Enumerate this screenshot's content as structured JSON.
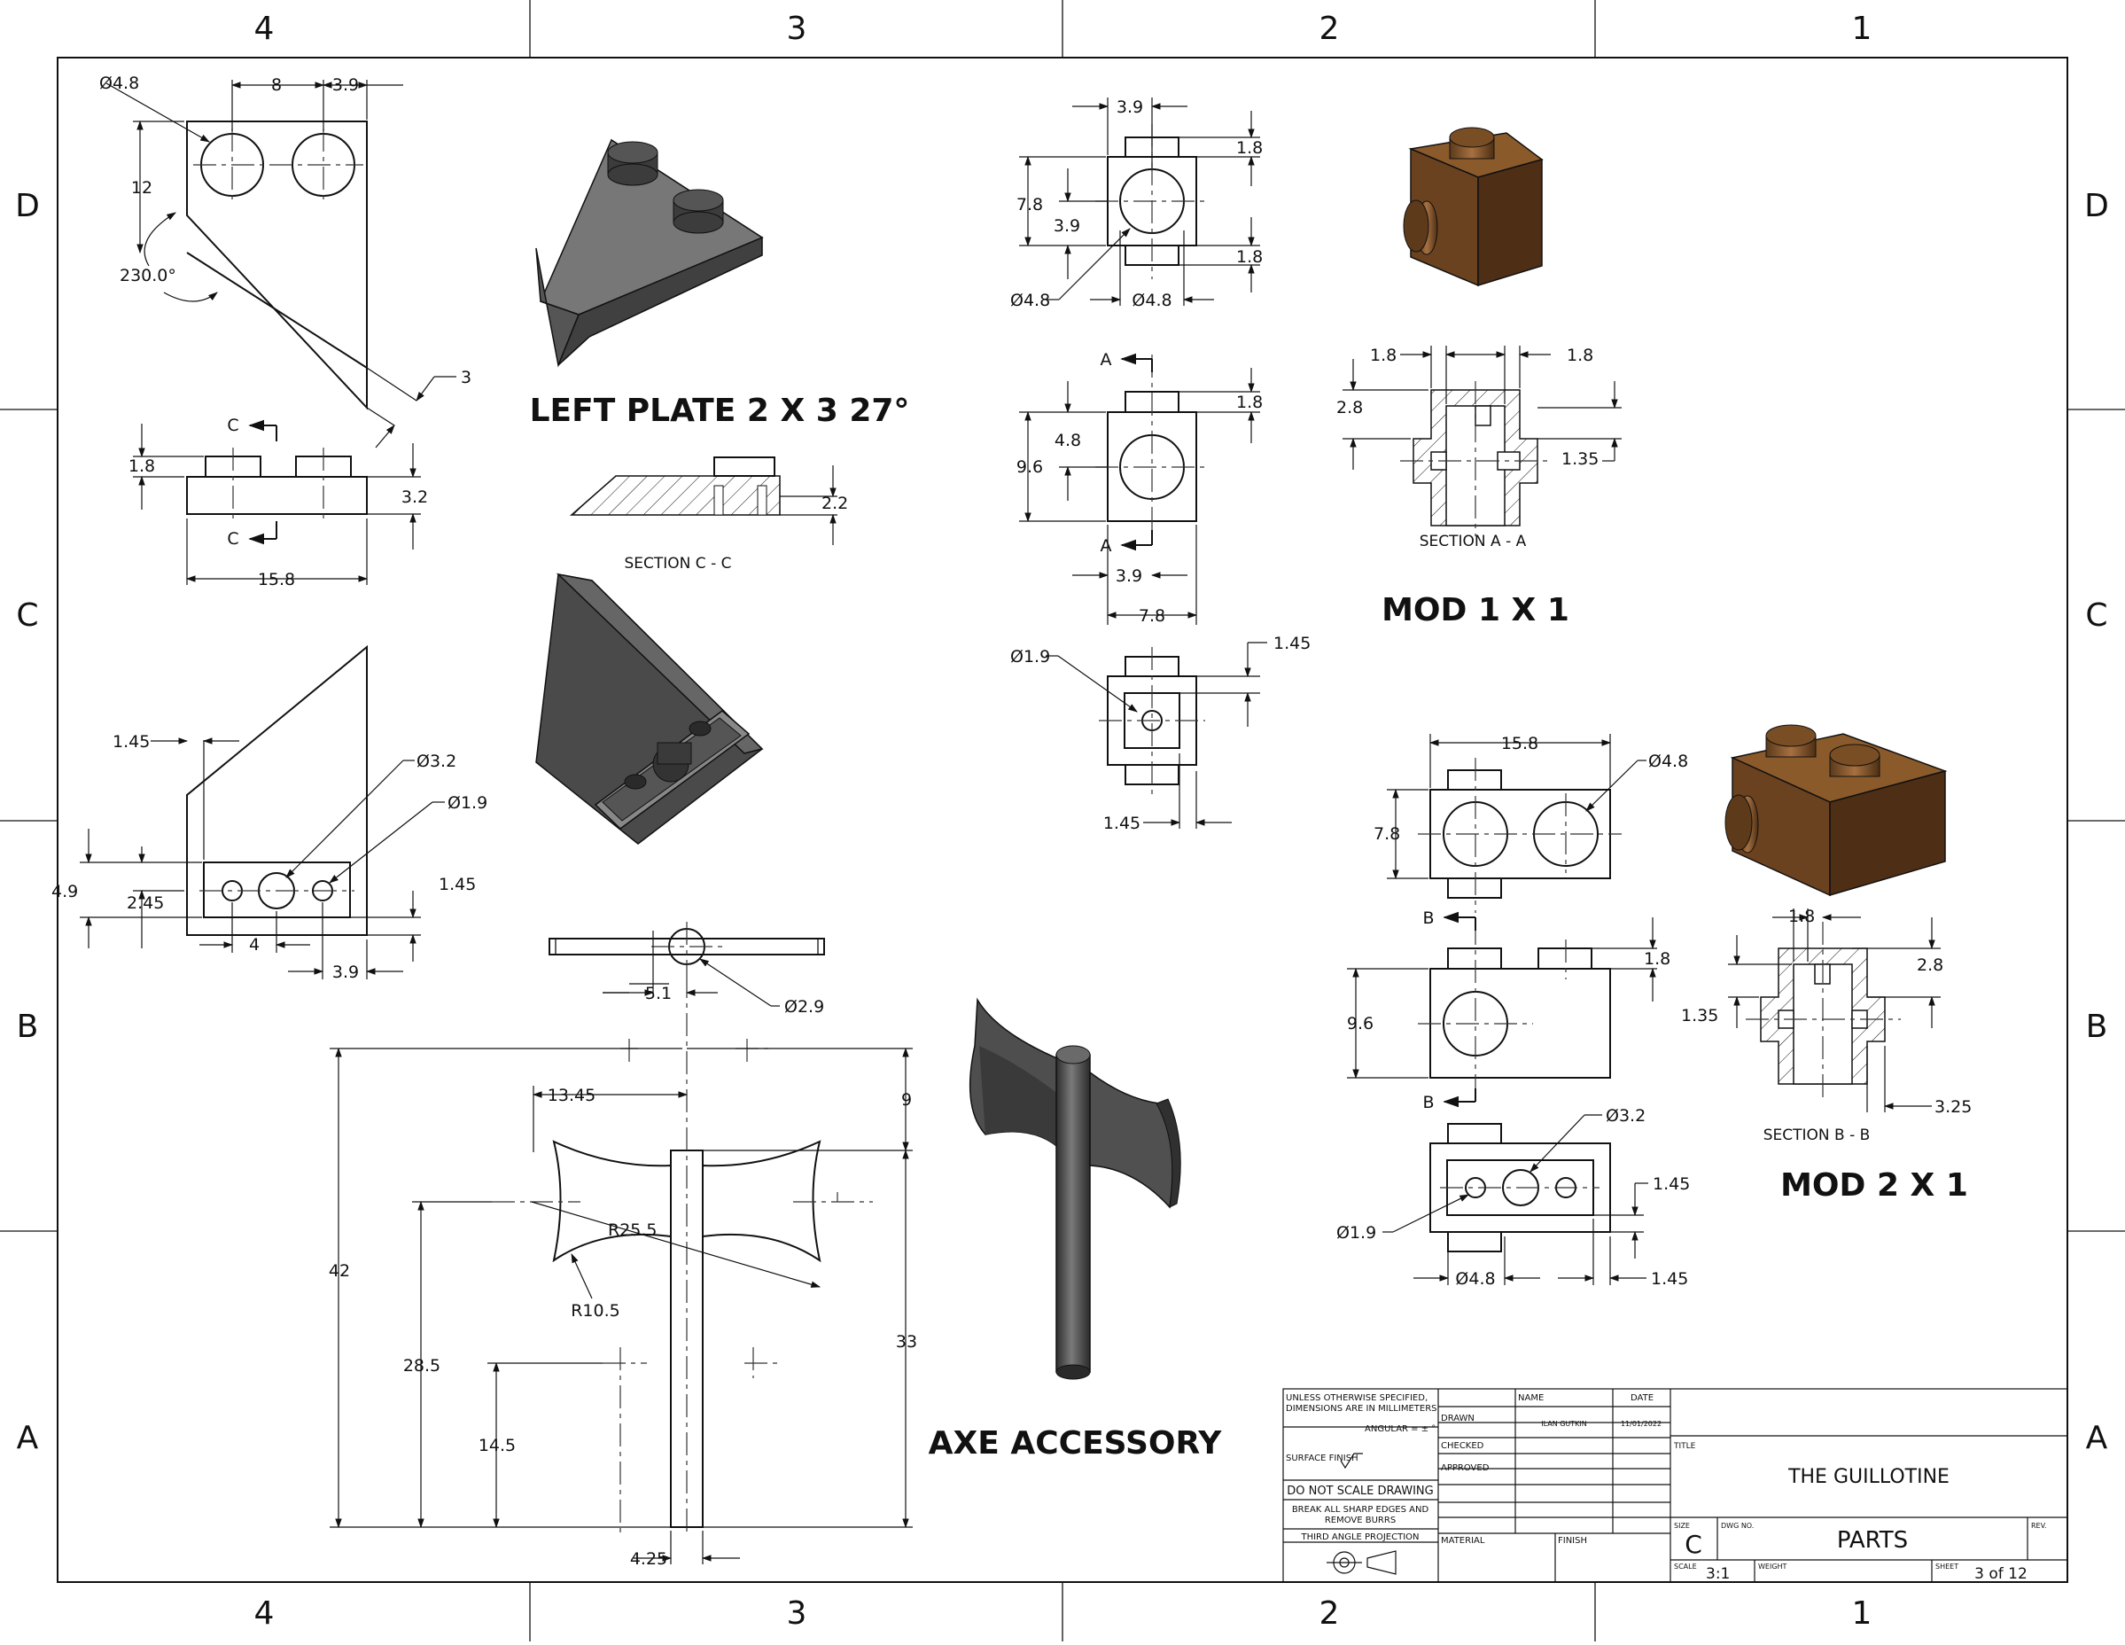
{
  "zones": {
    "columns": [
      "4",
      "3",
      "2",
      "1"
    ],
    "rows": [
      "D",
      "C",
      "B",
      "A"
    ]
  },
  "titles": {
    "left_plate": "LEFT PLATE 2 X 3 27°",
    "mod_1x1": "MOD 1 X 1",
    "mod_2x1": "MOD 2 X 1",
    "axe": "AXE ACCESSORY"
  },
  "section_labels": {
    "cc": "SECTION C - C",
    "aa": "SECTION A - A",
    "bb": "SECTION B - B"
  },
  "markers": {
    "c": "C",
    "a": "A",
    "b": "B"
  },
  "dims": {
    "lp_d48": "Ø4.8",
    "lp_8": "8",
    "lp_39a": "3.9",
    "lp_12": "12",
    "lp_230": "230.0°",
    "lp_3": "3",
    "lp_18": "1.8",
    "lp_32": "3.2",
    "lp_158": "15.8",
    "lp_22": "2.2",
    "lp_145a": "1.45",
    "lp_d32": "Ø3.2",
    "lp_d19": "Ø1.9",
    "lp_49": "4.9",
    "lp_245": "2.45",
    "lp_145b": "1.45",
    "lp_4": "4",
    "lp_39b": "3.9",
    "m1_39a": "3.9",
    "m1_18a": "1.8",
    "m1_78a": "7.8",
    "m1_39b": "3.9",
    "m1_18b": "1.8",
    "m1_d48a": "Ø4.8",
    "m1_d48b": "Ø4.8",
    "m1_18c": "1.8",
    "m1_48": "4.8",
    "m1_96": "9.6",
    "m1_39c": "3.9",
    "m1_78b": "7.8",
    "m1_145a": "1.45",
    "m1_d19": "Ø1.9",
    "m1_145b": "1.45",
    "m1_s18a": "1.8",
    "m1_s18b": "1.8",
    "m1_s28": "2.8",
    "m1_s135": "1.35",
    "m2_158": "15.8",
    "m2_d48a": "Ø4.8",
    "m2_78": "7.8",
    "m2_18": "1.8",
    "m2_96": "9.6",
    "m2_d32": "Ø3.2",
    "m2_145a": "1.45",
    "m2_d19": "Ø1.9",
    "m2_d48b": "Ø4.8",
    "m2_145b": "1.45",
    "m2_s18": "1.8",
    "m2_s28": "2.8",
    "m2_s135": "1.35",
    "m2_s325": "3.25",
    "ax_51": "5.1",
    "ax_d29": "Ø2.9",
    "ax_1345": "13.45",
    "ax_9": "9",
    "ax_42": "42",
    "ax_r255": "R25.5",
    "ax_r105": "R10.5",
    "ax_285": "28.5",
    "ax_33": "33",
    "ax_145": "14.5",
    "ax_425": "4.25"
  },
  "title_block": {
    "notes1": "UNLESS OTHERWISE SPECIFIED,",
    "notes2": "DIMENSIONS ARE IN MILLIMETERS",
    "angular": "ANGULAR = ± °",
    "surface_finish": "SURFACE FINISH",
    "do_not_scale": "DO NOT SCALE DRAWING",
    "break1": "BREAK ALL SHARP EDGES AND",
    "break2": "REMOVE BURRS",
    "projection": "THIRD ANGLE PROJECTION",
    "name_hdr": "NAME",
    "date_hdr": "DATE",
    "drawn": "DRAWN",
    "drawn_name": "ILAN GUTKIN",
    "drawn_date": "11/01/2022",
    "checked": "CHECKED",
    "approved": "APPROVED",
    "material": "MATERIAL",
    "finish": "FINISH",
    "title_lbl": "TITLE",
    "title": "THE GUILLOTINE",
    "size_lbl": "SIZE",
    "size": "C",
    "dwg_lbl": "DWG NO.",
    "dwg": "PARTS",
    "rev_lbl": "REV.",
    "scale_lbl": "SCALE",
    "scale": "3:1",
    "weight_lbl": "WEIGHT",
    "sheet_lbl": "SHEET",
    "sheet": "3 of 12"
  },
  "colors": {
    "line": "#111111",
    "iso_gray_top": "#6e6e6e",
    "iso_gray_side": "#4a4a4a",
    "brick_top": "#8a5a2b",
    "brick_front": "#6b4220",
    "brick_side": "#4e2f15"
  }
}
